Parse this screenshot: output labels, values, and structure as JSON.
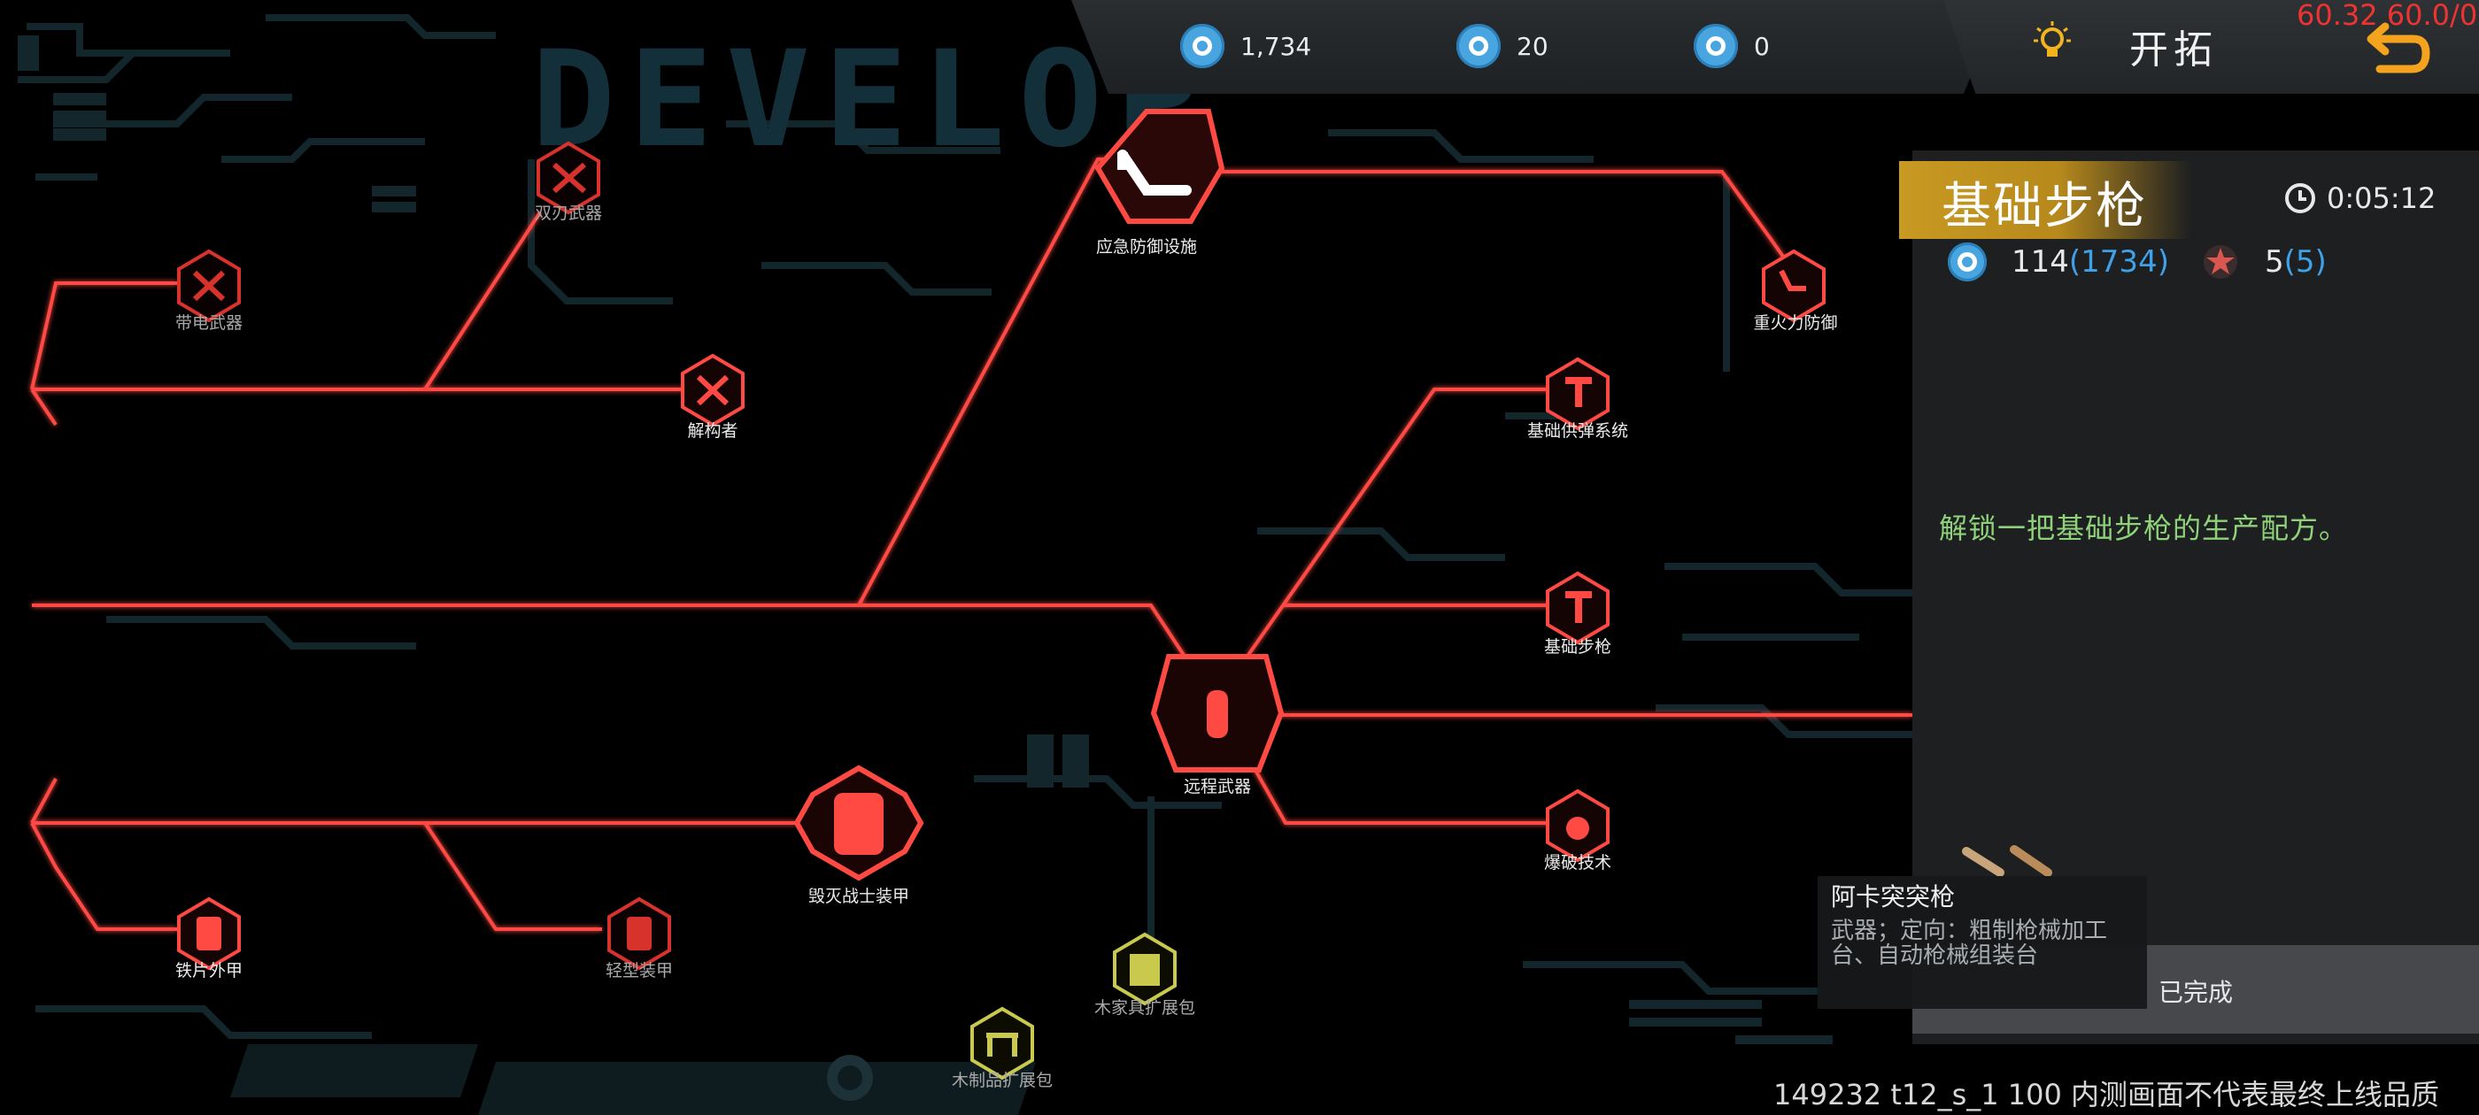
{
  "header": {
    "banner": "DEVELOP",
    "title": "开拓",
    "fps": "60.32 60.0/0",
    "resources": [
      {
        "icon": "gear-coin-icon",
        "value": "1,734"
      },
      {
        "icon": "tech-point-icon",
        "value": "20"
      },
      {
        "icon": "blueprint-icon",
        "value": "0"
      }
    ]
  },
  "tech_tree": {
    "nodes": [
      {
        "id": "double-blade",
        "label": "双刃武器"
      },
      {
        "id": "electric-weapon",
        "label": "带电武器"
      },
      {
        "id": "deconstructor",
        "label": "解构者"
      },
      {
        "id": "emergency-defense",
        "label": "应急防御设施"
      },
      {
        "id": "heavy-firepower",
        "label": "重火力防御"
      },
      {
        "id": "basic-ammo",
        "label": "基础供弹系统"
      },
      {
        "id": "basic-rifle",
        "label": "基础步枪"
      },
      {
        "id": "ranged-weapon",
        "label": "远程武器"
      },
      {
        "id": "explosive-tech",
        "label": "爆破技术"
      },
      {
        "id": "destroyer-armor",
        "label": "毁灭战士装甲"
      },
      {
        "id": "plate-armor",
        "label": "铁片外甲"
      },
      {
        "id": "light-armor",
        "label": "轻型装甲"
      },
      {
        "id": "wood-furniture-pack",
        "label": "木家具扩展包"
      },
      {
        "id": "wood-extension-pack",
        "label": "木制品扩展包"
      }
    ]
  },
  "detail": {
    "name": "基础步枪",
    "time": "0:05:12",
    "cost_primary": "114",
    "cost_primary_total": "(1734)",
    "cost_secondary": "5",
    "cost_secondary_total": "(5)",
    "description": "解锁一把基础步枪的生产配方。",
    "status": "已完成"
  },
  "tooltip": {
    "title": "阿卡突突枪",
    "description": "武器；定向：粗制枪械加工台、自动枪械组装台"
  },
  "footer": "149232 t12_s_1 100  内测画面不代表最终上线品质",
  "colors": {
    "accent_red": "#ff4a44",
    "highlight_red": "#e8332c",
    "gold": "#c89a22",
    "desc_green": "#8fd27a",
    "link_blue": "#3fa2e8"
  }
}
